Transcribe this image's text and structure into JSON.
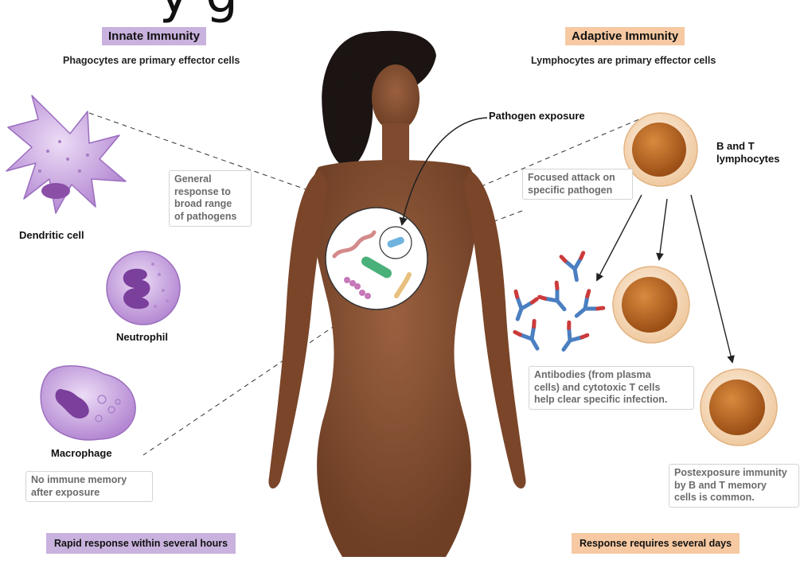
{
  "title_fragment": "y        g",
  "innate": {
    "heading": "Innate Immunity",
    "subheading": "Phagocytes are primary effector cells",
    "general_note": "General\nresponse to\nbroad range\nof pathogens",
    "memory_note": "No immune memory\nafter exposure",
    "footer": "Rapid response within several hours",
    "cells": [
      "Dendritic cell",
      "Neutrophil",
      "Macrophage"
    ]
  },
  "adaptive": {
    "heading": "Adaptive Immunity",
    "subheading": "Lymphocytes are primary effector cells",
    "focused_note": "Focused attack on\nspecific pathogen",
    "lymphocyte_label": "B and T\nlymphocytes",
    "antibody_note": "Antibodies (from plasma\ncells) and cytotoxic T cells\nhelp clear specific infection.",
    "memory_note": "Postexposure immunity\nby B and T memory\ncells is common.",
    "footer": "Response requires several days"
  },
  "center": {
    "pathogen_label": "Pathogen exposure"
  },
  "colors": {
    "innate_band": "#c9b2dd",
    "adaptive_band": "#f6c9a2",
    "innate_cell": "#b48ad0",
    "lymphocyte_core": "#b8601e",
    "skin": "#8a5434"
  }
}
